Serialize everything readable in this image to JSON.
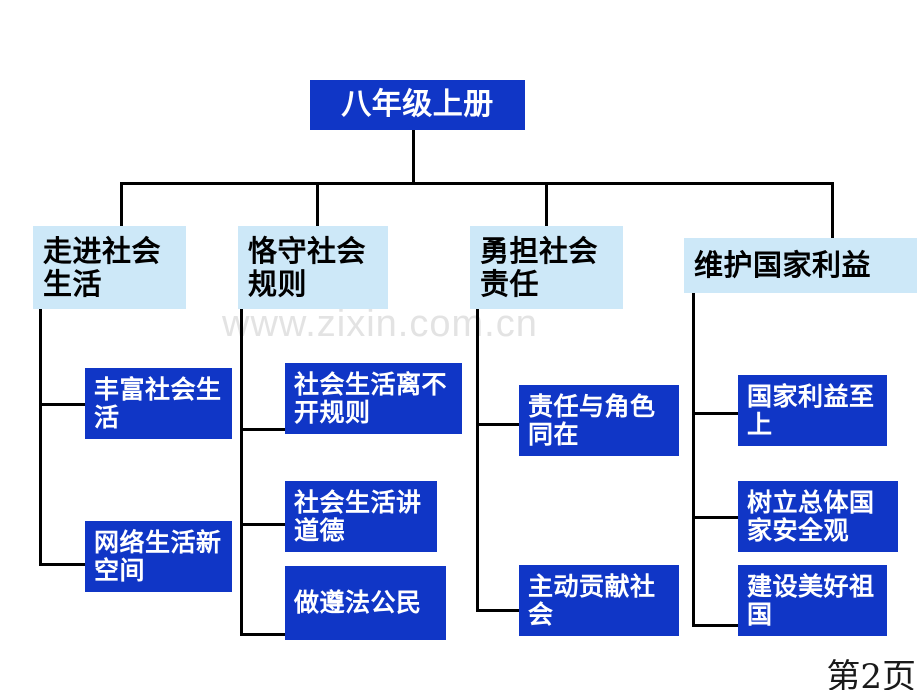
{
  "slide": {
    "title": "八年级上册",
    "page_label": "第2页",
    "watermark": "www.zixin.com.cn",
    "colors": {
      "dark_blue": "#1036C6",
      "light_blue": "#CDE8F8",
      "line": "#000000",
      "white_text": "#FFFFFF",
      "black_text": "#000000",
      "watermark_gray": "#E3E3E3"
    }
  },
  "branches": [
    {
      "label": "走进社会生活",
      "children": [
        {
          "label": "丰富社会生活"
        },
        {
          "label": "网络生活新空间"
        }
      ]
    },
    {
      "label": "恪守社会规则",
      "children": [
        {
          "label": "社会生活离不开规则"
        },
        {
          "label": "社会生活讲道德"
        },
        {
          "label": "做遵法公民"
        }
      ]
    },
    {
      "label": "勇担社会责任",
      "children": [
        {
          "label": "责任与角色同在"
        },
        {
          "label": "主动贡献社会"
        }
      ]
    },
    {
      "label": "维护国家利益",
      "children": [
        {
          "label": "国家利益至上"
        },
        {
          "label": "树立总体国家安全观"
        },
        {
          "label": "建设美好祖国"
        }
      ]
    }
  ]
}
